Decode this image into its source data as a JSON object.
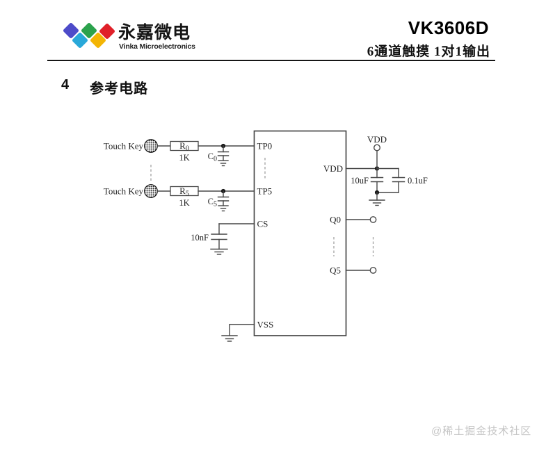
{
  "header": {
    "brand_cn": "永嘉微电",
    "brand_en": "Vinka Microelectronics",
    "part_number": "VK3606D",
    "subtitle": "6通道触摸 1对1输出",
    "logo_colors": {
      "blue": "#4d4bc9",
      "green": "#2ba24c",
      "red": "#e02029",
      "cyan": "#29a8d9",
      "yellow": "#f3b505"
    }
  },
  "section": {
    "number": "4",
    "title": "参考电路"
  },
  "schematic": {
    "chip": {
      "left_pins": [
        "TP0",
        "TP5",
        "CS",
        "VSS"
      ],
      "right_pins": [
        "VDD",
        "Q0",
        "Q5"
      ]
    },
    "touch_rows": [
      {
        "label": "Touch Key",
        "resistor": "R",
        "resistor_sub": "0",
        "resistor_value": "1K",
        "cap": "C",
        "cap_sub": "0"
      },
      {
        "label": "Touch Key",
        "resistor": "R",
        "resistor_sub": "5",
        "resistor_value": "1K",
        "cap": "C",
        "cap_sub": "5"
      }
    ],
    "cs_capacitor": "10nF",
    "power": {
      "rail_label": "VDD",
      "bulk_cap": "10uF",
      "bypass_cap": "0.1uF"
    }
  },
  "watermark": "@稀土掘金技术社区"
}
